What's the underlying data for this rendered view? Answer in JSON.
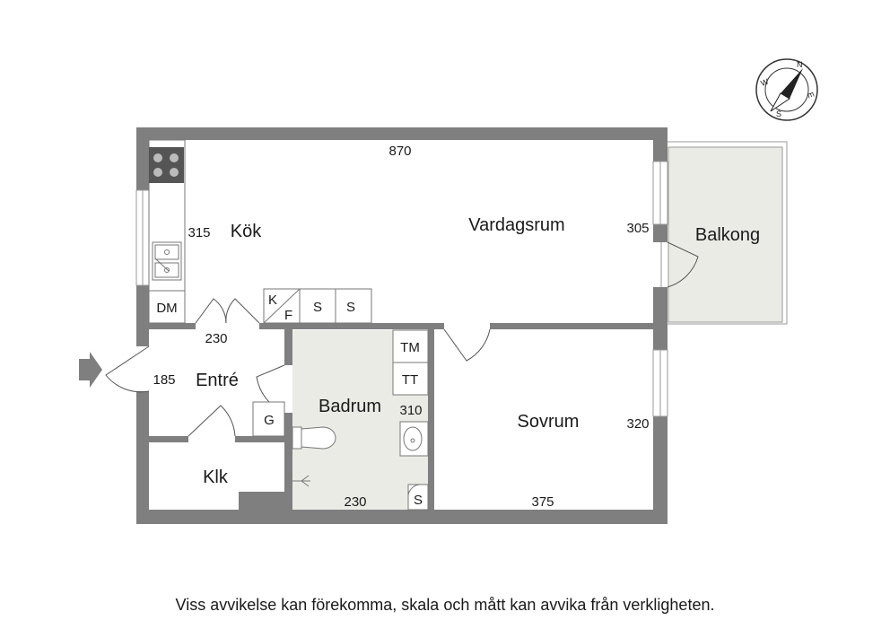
{
  "compass": {
    "n": "N",
    "e": "E",
    "s": "S",
    "w": "W"
  },
  "rooms": {
    "kitchen": "Kök",
    "living": "Vardagsrum",
    "balcony": "Balkong",
    "hall": "Entré",
    "bathroom": "Badrum",
    "bedroom": "Sovrum",
    "closet": "Klk"
  },
  "dimensions": {
    "top_width": "870",
    "kitchen_depth": "315",
    "living_depth": "305",
    "hall_width": "230",
    "hall_depth": "185",
    "bath_depth": "310",
    "bath_width": "230",
    "bed_depth": "320",
    "bed_width": "375"
  },
  "fixtures": {
    "dishwasher": "DM",
    "fridge": "K",
    "freezer": "F",
    "cabinet_1": "S",
    "cabinet_2": "S",
    "washer": "TM",
    "dryer": "TT",
    "wardrobe_hall": "G",
    "cabinet_bath": "S"
  },
  "disclaimer": "Viss avvikelse kan förekomma, skala och mått kan avvika från verkligheten."
}
